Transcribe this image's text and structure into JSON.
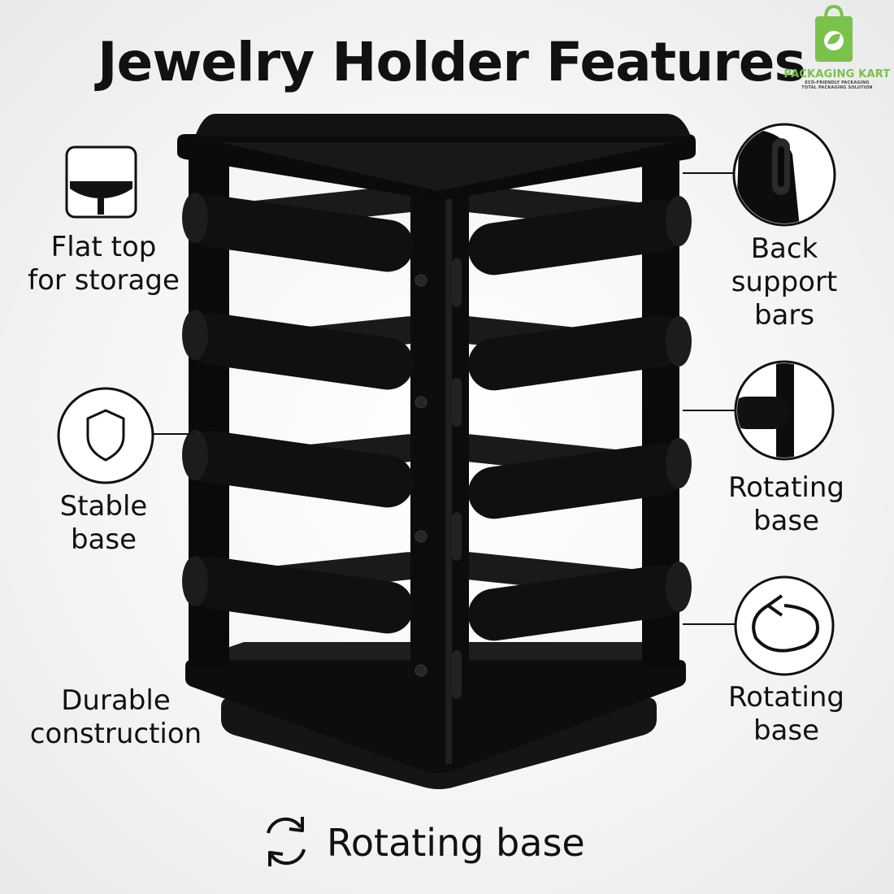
{
  "title": "Jewelry Holder Features",
  "logo": {
    "name": "PACKAGING KART",
    "tagline_1": "ECO-FRIENDLY PACKAGING",
    "tagline_2": "TOTAL PACKAGING SOLUTION",
    "brand_color": "#7ac24b"
  },
  "features": {
    "flat_top": {
      "label": "Flat top for storage",
      "line1": "Flat top",
      "line2": "for storage",
      "icon": "flat-top-thumbnail-icon"
    },
    "stable_base": {
      "label": "Stable base",
      "line1": "Stable",
      "line2": "base",
      "icon": "shield-icon"
    },
    "durable": {
      "label": "Durable construction",
      "line1": "Durable",
      "line2": "construction"
    },
    "back_support": {
      "label": "Back support bars",
      "line1": "Back",
      "line2": "support",
      "line3": "bars",
      "icon": "hook-closeup-icon"
    },
    "rotating_base_1": {
      "line1": "Rotating",
      "line2": "base",
      "icon": "bar-joint-closeup-icon"
    },
    "rotating_base_2": {
      "line1": "Rotating",
      "line2": "base",
      "icon": "rotate-arrow-icon"
    }
  },
  "footer": {
    "label": "Rotating base",
    "icon": "rotate-cycle-icon"
  },
  "colors": {
    "product": "#0b0b0b",
    "text": "#111111",
    "background": "#f4f4f4"
  }
}
